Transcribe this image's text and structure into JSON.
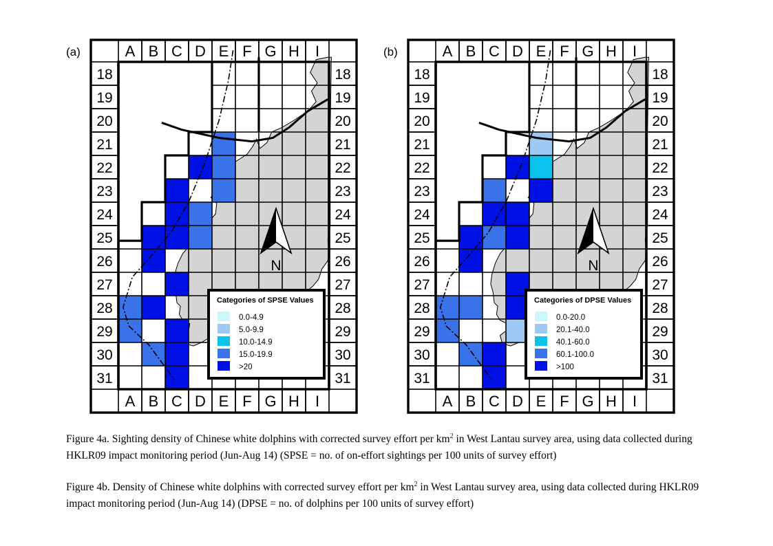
{
  "columns": [
    "A",
    "B",
    "C",
    "D",
    "E",
    "F",
    "G",
    "H",
    "I"
  ],
  "rows": [
    "18",
    "19",
    "20",
    "21",
    "22",
    "23",
    "24",
    "25",
    "26",
    "27",
    "28",
    "29",
    "30",
    "31"
  ],
  "north_label": "N",
  "colors": {
    "land": "#d4d4d4",
    "c1": "#ccf5fc",
    "c2": "#9ec9f5",
    "c3": "#0bc2ec",
    "c4": "#3a72ea",
    "c5": "#0011e6"
  },
  "maps": [
    {
      "panel_label": "(a)",
      "legend_title": "Categories of SPSE Values",
      "legend_items": [
        {
          "label": "0.0-4.9",
          "cat": 1
        },
        {
          "label": "5.0-9.9",
          "cat": 2
        },
        {
          "label": "10.0-14.9",
          "cat": 3
        },
        {
          "label": "15.0-19.9",
          "cat": 4
        },
        {
          "label": ">20",
          "cat": 5
        }
      ],
      "cells": [
        [
          "D",
          "22",
          5
        ],
        [
          "E",
          "21",
          4
        ],
        [
          "E",
          "22",
          4
        ],
        [
          "C",
          "23",
          5
        ],
        [
          "E",
          "23",
          4
        ],
        [
          "C",
          "24",
          5
        ],
        [
          "D",
          "24",
          4
        ],
        [
          "B",
          "25",
          5
        ],
        [
          "C",
          "25",
          5
        ],
        [
          "D",
          "25",
          4
        ],
        [
          "B",
          "26",
          5
        ],
        [
          "C",
          "27",
          5
        ],
        [
          "A",
          "28",
          4
        ],
        [
          "B",
          "28",
          5
        ],
        [
          "A",
          "29",
          4
        ],
        [
          "C",
          "29",
          5
        ],
        [
          "B",
          "30",
          4
        ],
        [
          "C",
          "30",
          5
        ],
        [
          "C",
          "31",
          5
        ]
      ]
    },
    {
      "panel_label": "(b)",
      "legend_title": "Categories of DPSE Values",
      "legend_items": [
        {
          "label": "0.0-20.0",
          "cat": 1
        },
        {
          "label": "20.1-40.0",
          "cat": 2
        },
        {
          "label": "40.1-60.0",
          "cat": 3
        },
        {
          "label": "60.1-100.0",
          "cat": 4
        },
        {
          "label": ">100",
          "cat": 5
        }
      ],
      "cells": [
        [
          "E",
          "21",
          2
        ],
        [
          "D",
          "22",
          5
        ],
        [
          "E",
          "22",
          3
        ],
        [
          "C",
          "23",
          4
        ],
        [
          "E",
          "23",
          5
        ],
        [
          "C",
          "24",
          5
        ],
        [
          "D",
          "24",
          5
        ],
        [
          "B",
          "25",
          5
        ],
        [
          "C",
          "25",
          4
        ],
        [
          "D",
          "25",
          5
        ],
        [
          "B",
          "26",
          5
        ],
        [
          "D",
          "27",
          5
        ],
        [
          "A",
          "28",
          4
        ],
        [
          "B",
          "28",
          4
        ],
        [
          "D",
          "28",
          5
        ],
        [
          "A",
          "29",
          4
        ],
        [
          "D",
          "29",
          2
        ],
        [
          "B",
          "30",
          4
        ],
        [
          "C",
          "30",
          5
        ],
        [
          "C",
          "31",
          5
        ]
      ]
    }
  ],
  "captions": {
    "a_pre": "Figure 4a.  Sighting density of Chinese white dolphins with corrected survey effort per km",
    "a_sup": "2",
    "a_post": " in West Lantau survey area, using data collected during HKLR09 impact monitoring period (Jun-Aug 14) (SPSE = no. of on-effort sightings per 100 units of survey effort)",
    "b_pre": "Figure 4b.  Density of Chinese white dolphins with corrected survey effort per km",
    "b_sup": "2",
    "b_post": " in West Lantau survey area, using data collected during HKLR09 impact monitoring period (Jun-Aug 14) (DPSE = no. of dolphins per 100 units of survey effort)"
  }
}
